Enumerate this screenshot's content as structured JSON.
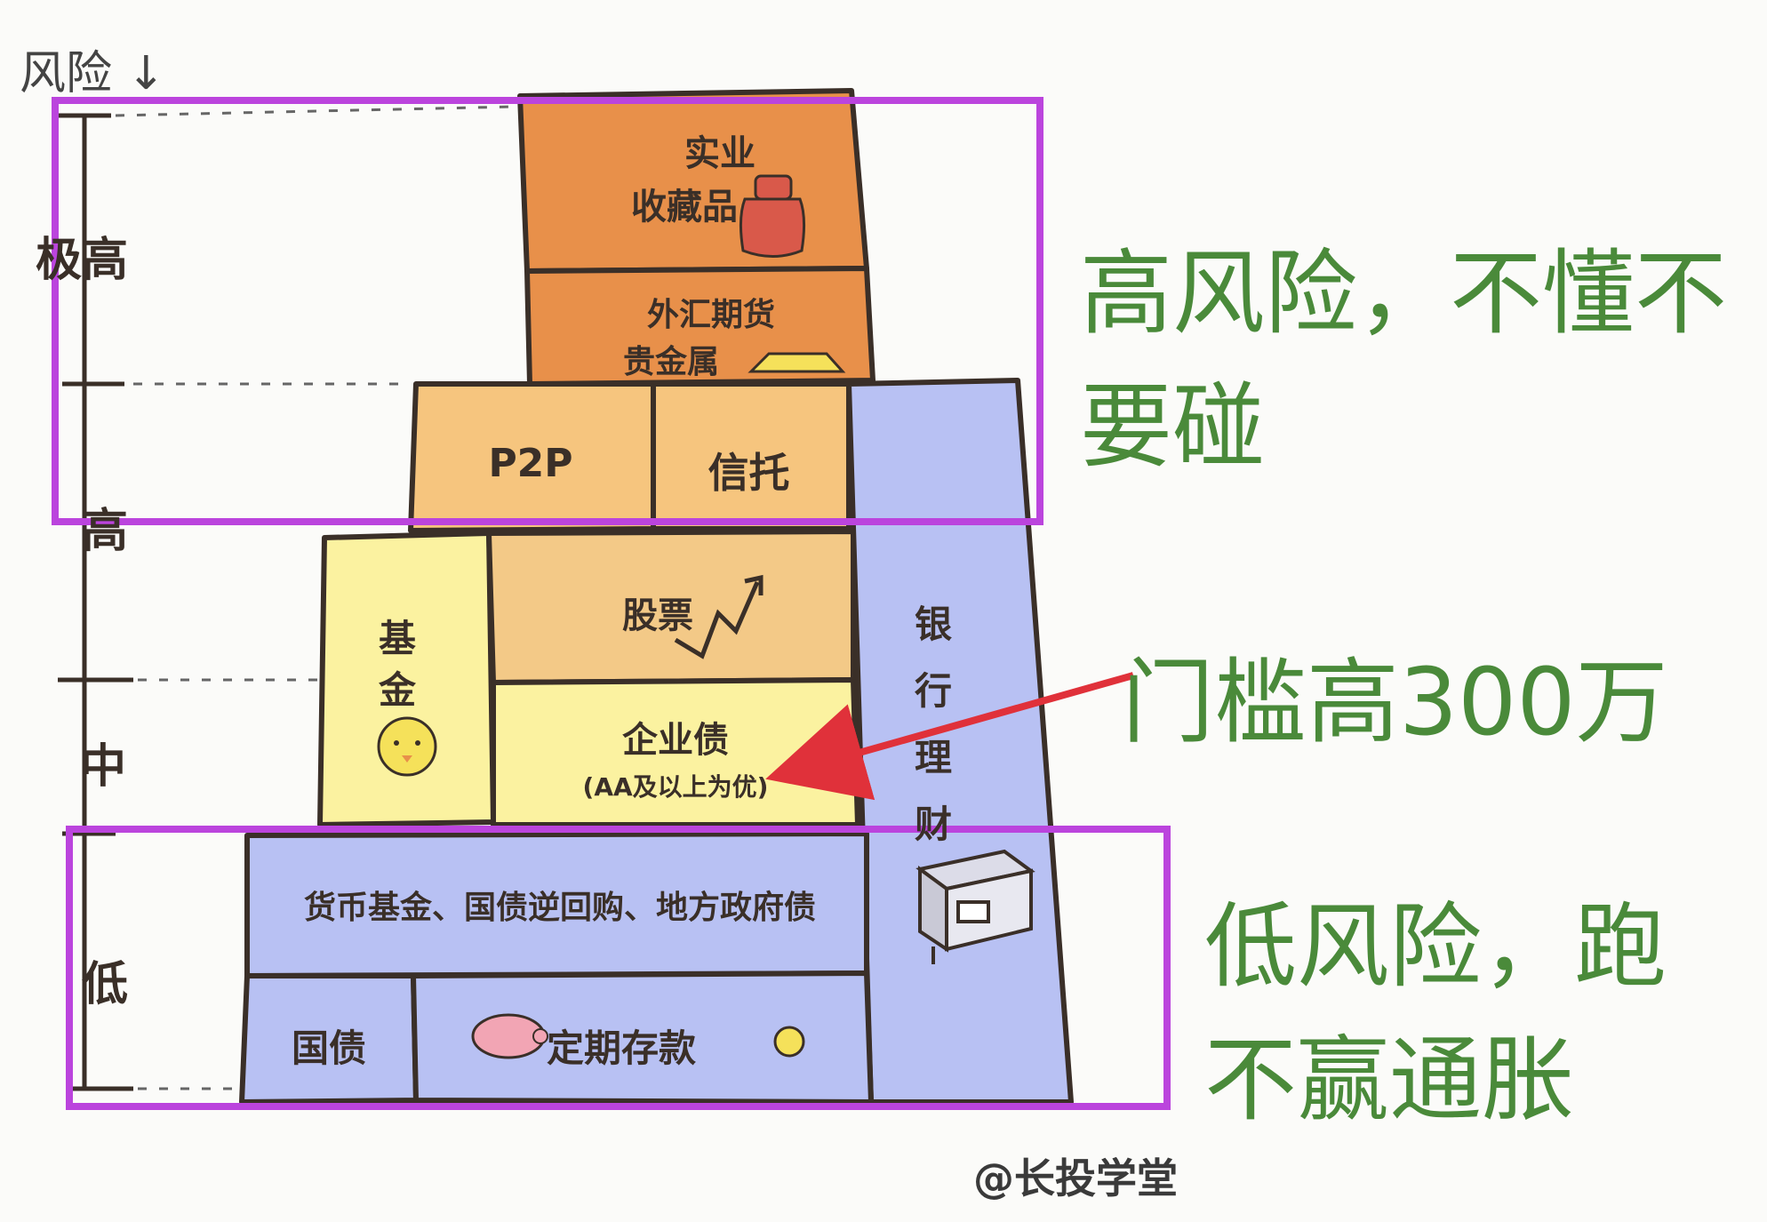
{
  "axis": {
    "title": "风险 ↓",
    "levels": [
      "极高",
      "高",
      "中",
      "低"
    ]
  },
  "blocks": {
    "industry": "实业",
    "collectibles": "收藏品",
    "forex_futures": "外汇期货",
    "precious_metals": "贵金属",
    "p2p": "P2P",
    "trust": "信托",
    "stocks": "股票",
    "fund": "基金",
    "corporate_bonds": "企业债",
    "corporate_bonds_note": "(AA及以上为优)",
    "money_fund": "货币基金、国债逆回购、地方政府债",
    "treasury": "国债",
    "deposit": "定期存款",
    "bank_wealth": "银行理财"
  },
  "notes": {
    "high_risk": "高风险，不懂不要碰",
    "threshold": "门槛高300万",
    "low_risk": "低风险，跑不赢通胀"
  },
  "watermark": "@长投学堂",
  "colors": {
    "dark_orange": "#e8904a",
    "light_orange": "#f6c57e",
    "tan": "#f3c987",
    "light_yellow": "#fbf2a0",
    "periwinkle": "#b8c1f3",
    "highlight_box": "#bb44dd",
    "arrow": "#e0313a",
    "note_text": "#4a8a3a"
  }
}
